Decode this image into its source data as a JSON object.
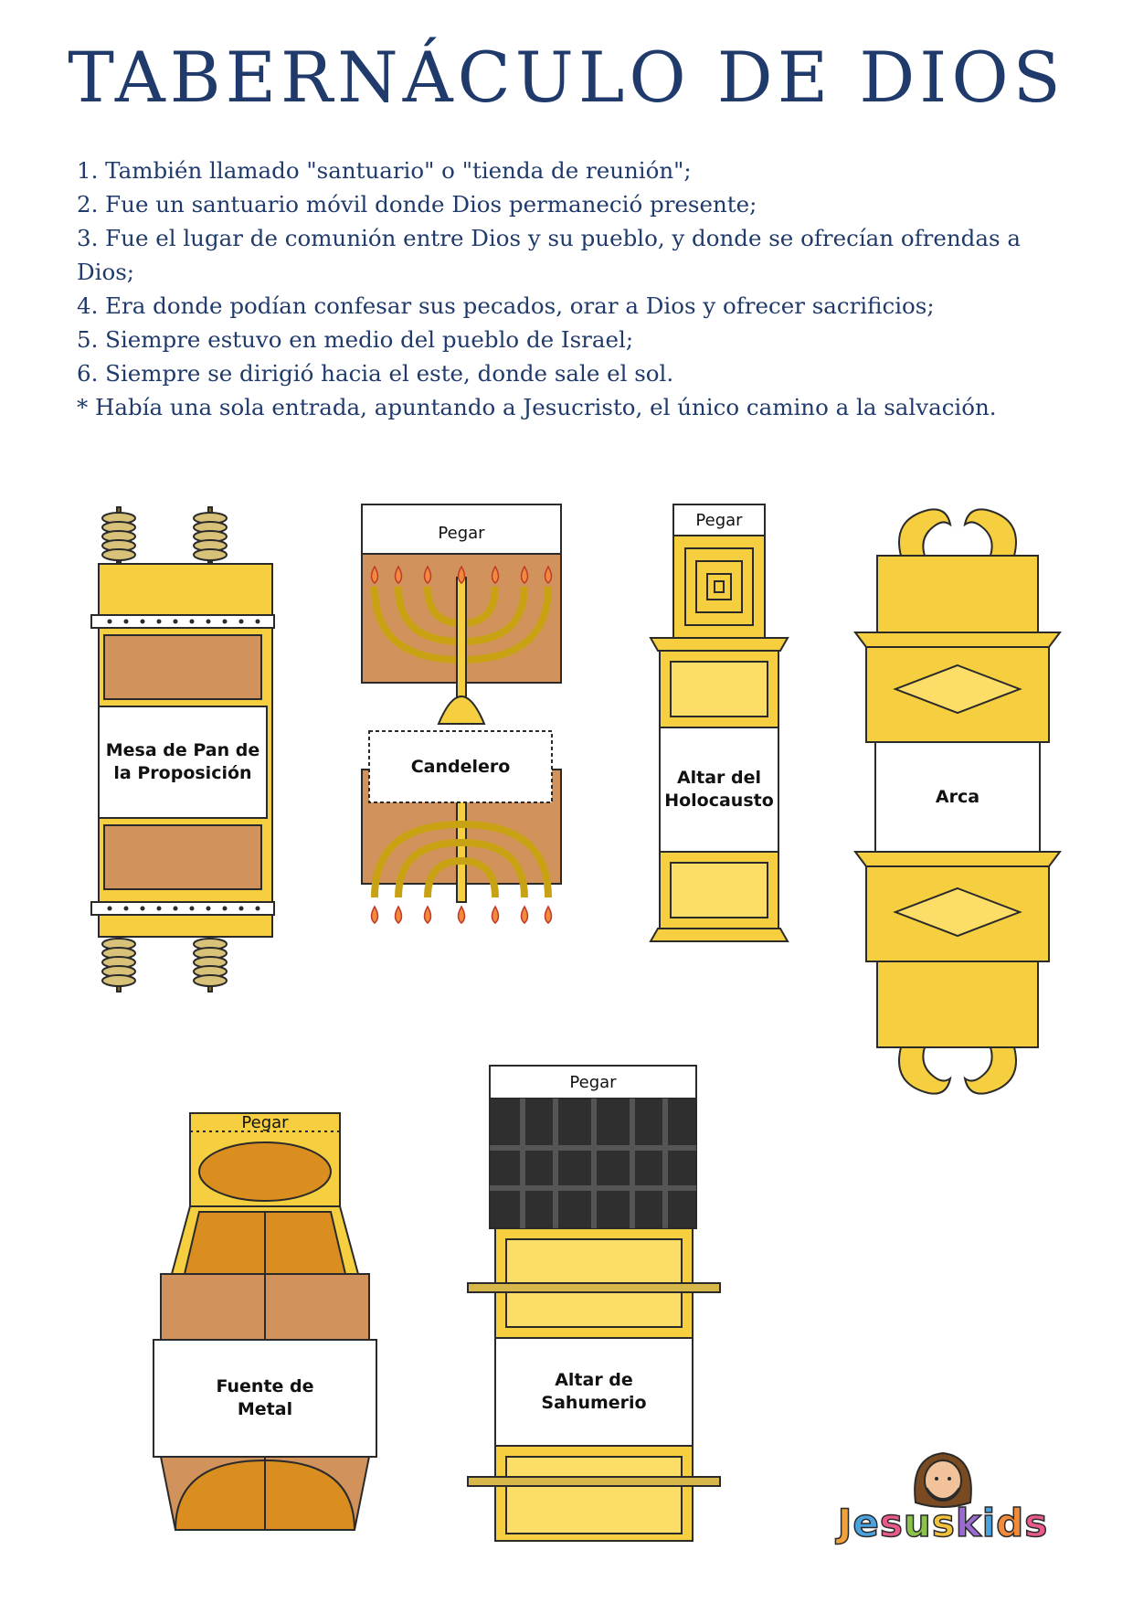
{
  "title": "TABERNÁCULO DE DIOS",
  "facts": [
    "1. También llamado \"santuario\" o \"tienda de reunión\";",
    "2. Fue un santuario móvil donde Dios permaneció presente;",
    "3. Fue el lugar de comunión entre Dios y su pueblo, y donde se ofrecían ofrendas a Dios;",
    "4. Era donde podían confesar sus pecados, orar a Dios y ofrecer sacrificios;",
    "5. Siempre estuvo en medio del pueblo de Israel;",
    "6. Siempre se dirigió hacia el este, donde sale el sol.",
    "* Había una sola entrada, apuntando a Jesucristo, el único camino a la salvación."
  ],
  "pieces": {
    "mesa": {
      "label": "Mesa de Pan de\nla Proposición"
    },
    "candelero": {
      "label": "Candelero",
      "tab": "Pegar"
    },
    "altar_holocausto": {
      "label": "Altar del\nHolocausto",
      "tab": "Pegar"
    },
    "arca": {
      "label": "Arca"
    },
    "fuente": {
      "label": "Fuente de\nMetal",
      "tab": "Pegar"
    },
    "altar_sahumerio": {
      "label": "Altar de\nSahumerio",
      "tab": "Pegar"
    }
  },
  "logo": {
    "text": "Jesuskids",
    "letter_colors": [
      "#f2a13b",
      "#4aa3df",
      "#e85a8a",
      "#8bc34a",
      "#f2c23b",
      "#9b6bd1",
      "#4aa3df",
      "#f28a3b",
      "#e85a8a"
    ]
  },
  "colors": {
    "title": "#1f3a6b",
    "gold": "#f5cf3f",
    "gold_dark": "#c9a214",
    "bronze": "#d2925b",
    "outline": "#2a2a2a"
  }
}
